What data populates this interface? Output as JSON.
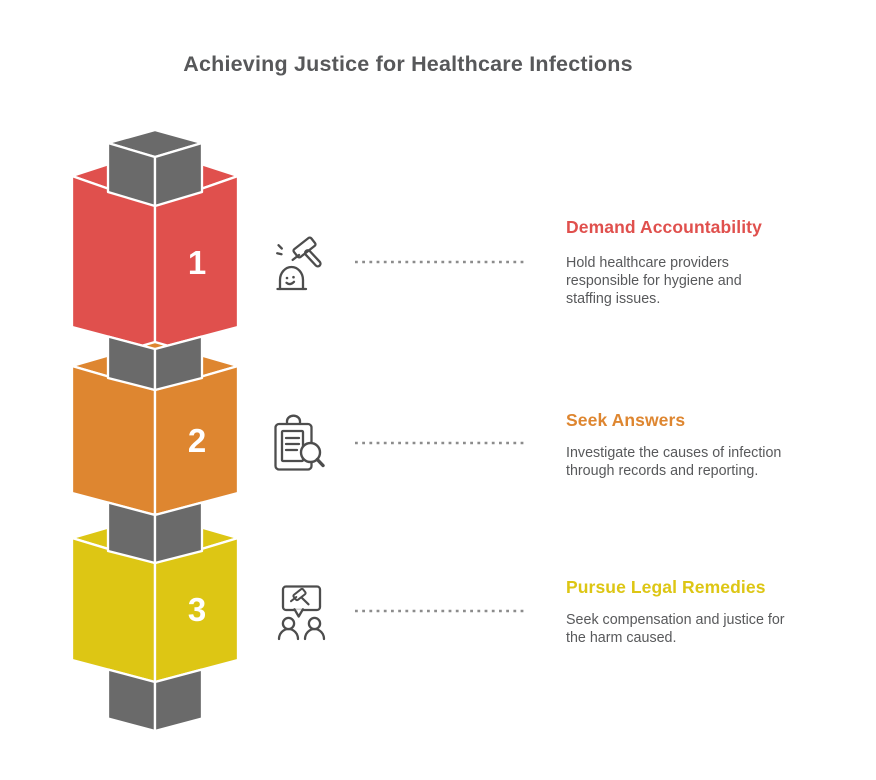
{
  "title": "Achieving Justice for Healthcare Infections",
  "colors": {
    "step1": "#e0504d",
    "step2": "#de8630",
    "step3": "#ddc614",
    "connector_gray": "#6a6a6a",
    "block_outline": "#ffffff",
    "title_text": "#57585a",
    "body_text": "#58595b",
    "icon_stroke": "#4d4d4d",
    "dotted_line": "#8c8c8c",
    "number_text": "#ffffff"
  },
  "steps": [
    {
      "number": "1",
      "color": "#e0504d",
      "icon": "gavel-accountability-icon",
      "heading": "Demand Accountability",
      "body_lines": [
        "Hold healthcare providers",
        "responsible for hygiene and",
        "staffing issues."
      ]
    },
    {
      "number": "2",
      "color": "#de8630",
      "icon": "clipboard-magnifier-icon",
      "heading": "Seek Answers",
      "body_lines": [
        "Investigate the causes of infection",
        "through records and reporting."
      ]
    },
    {
      "number": "3",
      "color": "#ddc614",
      "icon": "people-gavel-discussion-icon",
      "heading": "Pursue Legal Remedies",
      "body_lines": [
        "Seek compensation and justice for",
        "the harm caused."
      ]
    }
  ]
}
